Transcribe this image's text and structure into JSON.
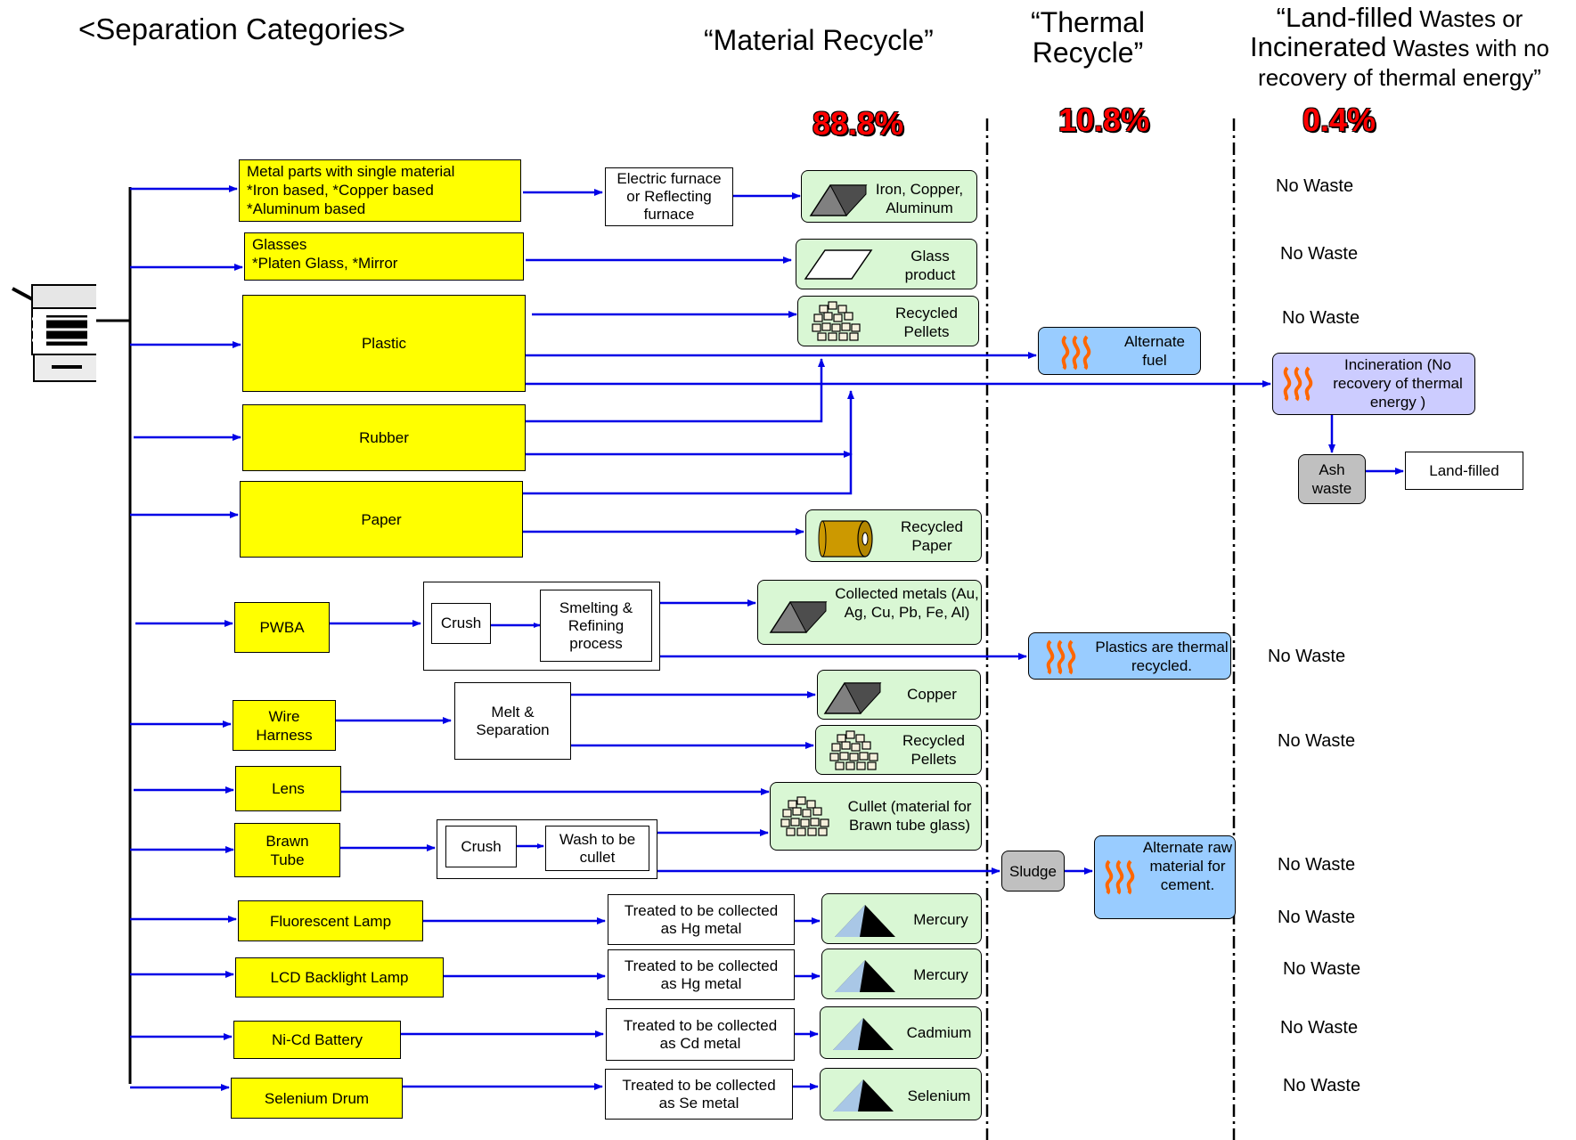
{
  "headings": {
    "categories": "<Separation Categories>",
    "material": "“Material Recycle”",
    "thermal": "“Thermal Recycle”",
    "landfill_a": "“Land-filled",
    "landfill_b": " Wastes or",
    "landfill_c": "Incinerated",
    "landfill_d": " Wastes with no",
    "landfill_e": "recovery of thermal energy”"
  },
  "percentages": {
    "material": "88.8%",
    "thermal": "10.8%",
    "landfill": "0.4%"
  },
  "categories": {
    "metal_1": "Metal parts with single material",
    "metal_2": " *Iron based, *Copper based",
    "metal_3": " *Aluminum based",
    "glass_1": "Glasses",
    "glass_2": " *Platen Glass, *Mirror",
    "plastic": "Plastic",
    "rubber": "Rubber",
    "paper": "Paper",
    "pwba": "PWBA",
    "wire": "Wire Harness",
    "lens": "Lens",
    "brawn": "Brawn Tube",
    "fluor": "Fluorescent Lamp",
    "lcd": "LCD Backlight Lamp",
    "nicd": "Ni-Cd Battery",
    "selenium": "Selenium Drum"
  },
  "processes": {
    "furnace": "Electric furnace or Reflecting furnace",
    "crush": "Crush",
    "smelt": "Smelting & Refining process",
    "melt": "Melt & Separation",
    "crush2": "Crush",
    "wash": "Wash to be cullet",
    "hg1": "Treated to be collected as Hg metal",
    "hg2": "Treated to be collected as Hg metal",
    "cd": "Treated to be collected as Cd metal",
    "se": "Treated to be collected as Se metal"
  },
  "products": {
    "metal": "Iron, Copper, Aluminum",
    "glass": "Glass product",
    "pellets": "Recycled Pellets",
    "paper": "Recycled Paper",
    "collected": "Collected metals (Au, Ag, Cu, Pb, Fe, Al)",
    "copper": "Copper",
    "pellets2": "Recycled Pellets",
    "cullet": "Cullet (material for Brawn tube glass)",
    "mercury1": "Mercury",
    "mercury2": "Mercury",
    "cadmium": "Cadmium",
    "selenium": "Selenium"
  },
  "thermal": {
    "fuel": "Alternate fuel",
    "plastics": "Plastics are thermal recycled.",
    "sludge": "Sludge",
    "cement": "Alternate raw material for cement."
  },
  "landfill": {
    "incineration": "Incineration (No recovery of thermal energy )",
    "ash": "Ash waste",
    "landfilled": "Land-filled"
  },
  "no_waste": [
    "No Waste",
    "No Waste",
    "No Waste",
    "No Waste",
    "No Waste",
    "No Waste",
    "No Waste",
    "No Waste",
    "No Waste",
    "No Waste"
  ],
  "colors": {
    "arrow": "#0000e6",
    "category": "#ffff00",
    "product": "#d9f7d4",
    "thermal": "#99ccff",
    "incineration": "#ccccff",
    "percent": "#ff0000"
  }
}
